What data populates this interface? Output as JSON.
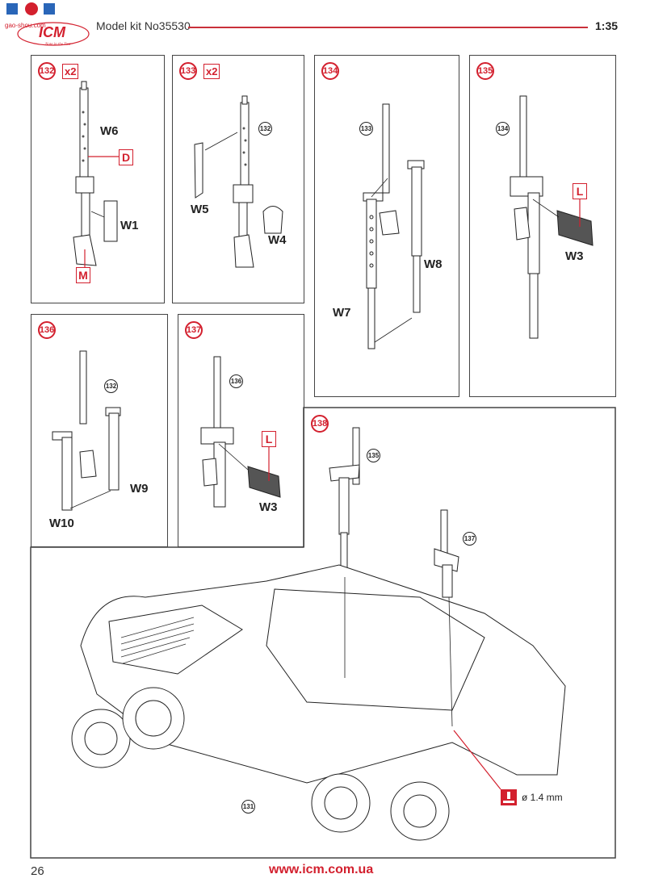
{
  "header": {
    "watermark_site": "gao-shou.com",
    "brand_tagline": "Note in the Text",
    "brand": "ICM",
    "model_kit": "Model kit No35530",
    "scale": "1:35"
  },
  "steps": [
    {
      "number": "132",
      "multiplier": "x2",
      "refs": [],
      "parts": [
        "W6",
        "W1"
      ],
      "callouts": [
        "D",
        "M"
      ]
    },
    {
      "number": "133",
      "multiplier": "x2",
      "refs": [
        "132"
      ],
      "parts": [
        "W5",
        "W4"
      ],
      "callouts": []
    },
    {
      "number": "134",
      "multiplier": "",
      "refs": [
        "133"
      ],
      "parts": [
        "W8",
        "W7"
      ],
      "callouts": []
    },
    {
      "number": "135",
      "multiplier": "",
      "refs": [
        "134"
      ],
      "parts": [
        "W3"
      ],
      "callouts": [
        "L"
      ]
    },
    {
      "number": "136",
      "multiplier": "",
      "refs": [
        "132"
      ],
      "parts": [
        "W9",
        "W10"
      ],
      "callouts": []
    },
    {
      "number": "137",
      "multiplier": "",
      "refs": [
        "136"
      ],
      "parts": [
        "W3"
      ],
      "callouts": [
        "L"
      ]
    },
    {
      "number": "138",
      "multiplier": "",
      "refs": [
        "135",
        "137",
        "131"
      ],
      "parts": [],
      "callouts": [],
      "drill_note": "ø 1.4 mm"
    }
  ],
  "icons": {
    "drill": "drill-hole-icon"
  },
  "footer": {
    "page_number": "26",
    "url": "www.icm.com.ua"
  },
  "colors": {
    "accent": "#d3202e",
    "line": "#444444"
  }
}
